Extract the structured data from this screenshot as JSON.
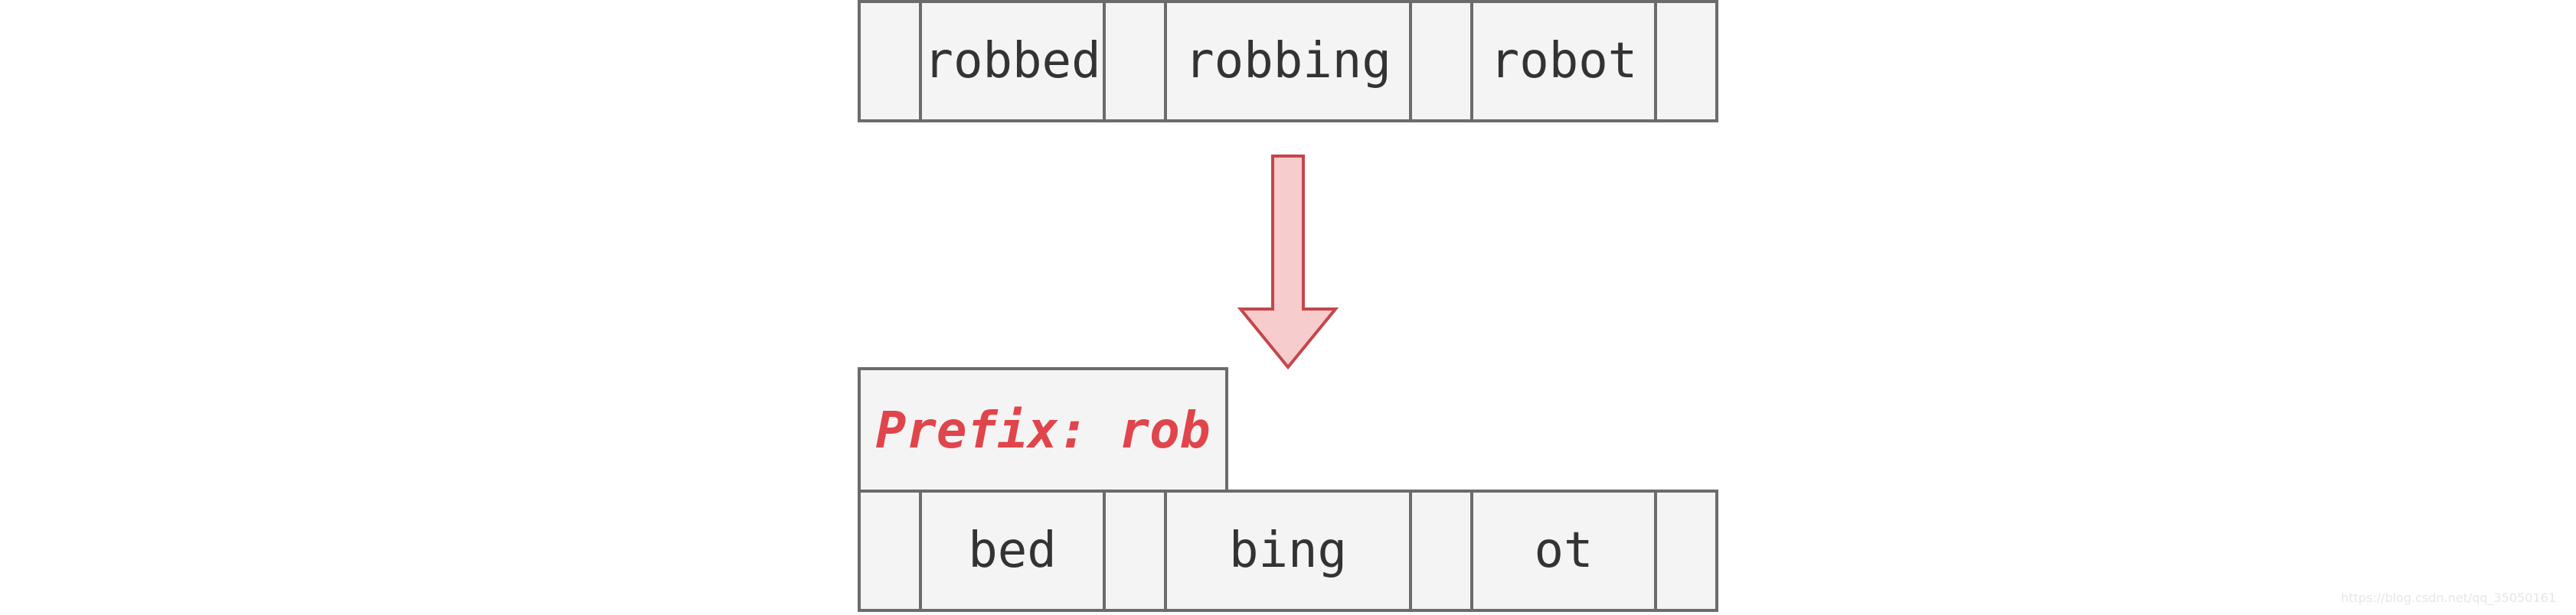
{
  "top_row": {
    "words": [
      "robbed",
      "robbing",
      "robot"
    ]
  },
  "prefix": {
    "label": "Prefix: rob"
  },
  "bottom_row": {
    "suffixes": [
      "bed",
      "bing",
      "ot"
    ]
  },
  "arrow": {
    "fill": "#f7cccc",
    "stroke": "#c4464a"
  },
  "watermark": {
    "text": "https://blog.csdn.net/qq_35050161"
  }
}
